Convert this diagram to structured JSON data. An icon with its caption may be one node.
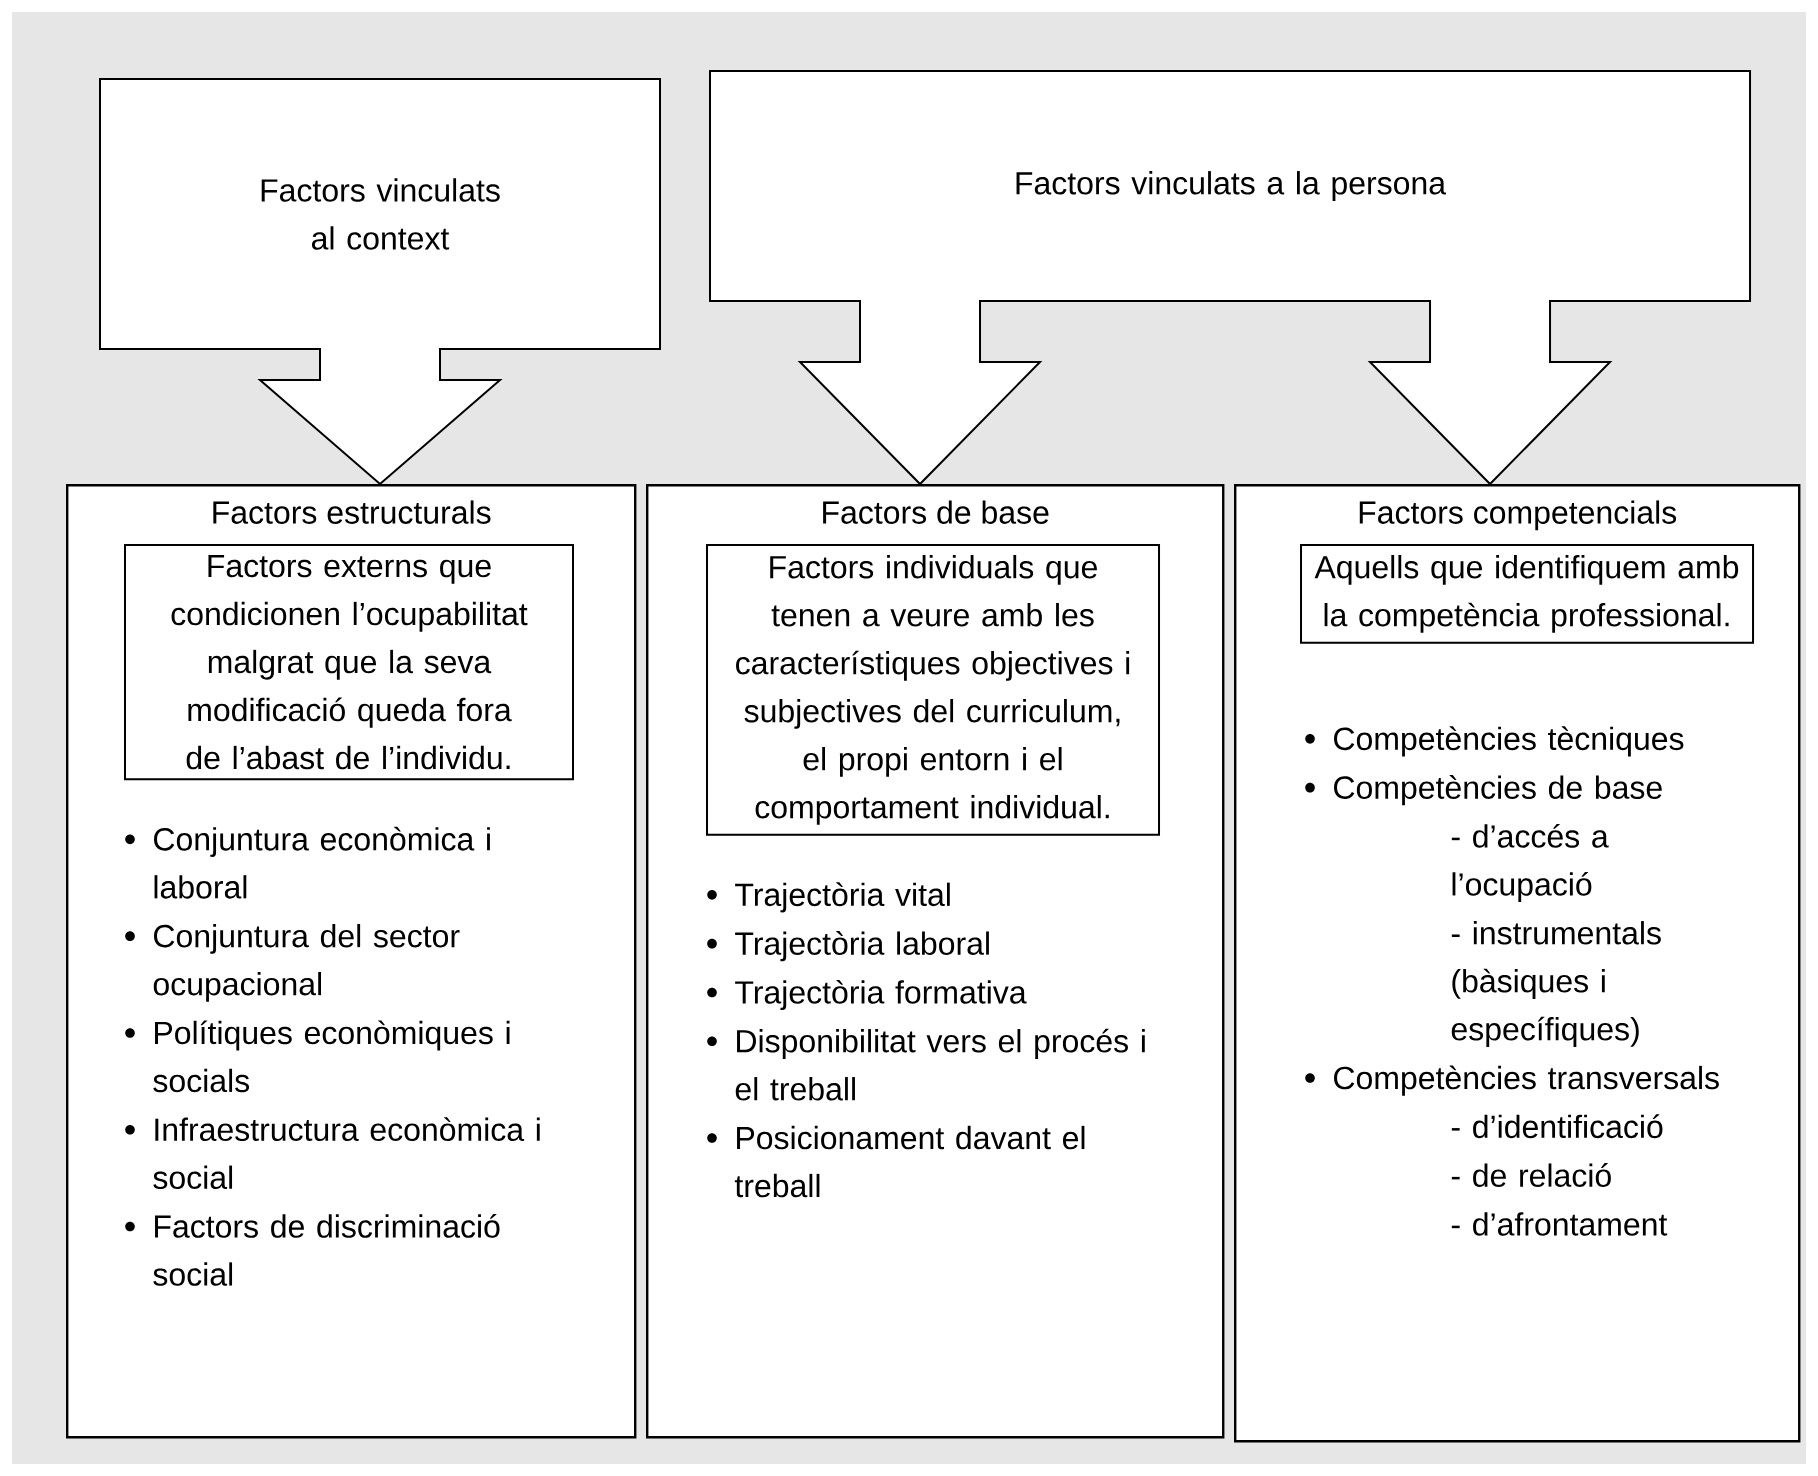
{
  "diagram": {
    "nodes": [
      {
        "text": [
          "Factors vinculats al context"
        ]
      },
      {
        "text": [
          "Factors vinculats a la persona"
        ]
      },
      {
        "text": [
          "Factors estructurals",
          "Conjuntura econòmica i laboral",
          "Conjuntura del sector ocupacional",
          "Polítiques econòmiques i socials",
          "Infraestructura econòmica i social",
          "Factors de discriminació social"
        ]
      },
      {
        "text": [
          "Factors externs que condicionen l’ocupabilitat malgrat que la seva modificació queda fora de l’abast de l’individu."
        ],
        "in": 2
      },
      {
        "text": [
          "Factors de base",
          "Trajectòria vital",
          "Trajectòria laboral",
          "Trajectòria formativa",
          "Disponibilitat vers el procés i el treball",
          "Posicionament davant el treball"
        ]
      },
      {
        "text": [
          "Factors individuals que tenen a veure amb les característiques objectives i subjectives del curriculum, el propi entorn i el comportament individual."
        ],
        "in": 4
      },
      {
        "text": [
          "Factors competencials",
          "Competències tècniques",
          "Competències de base",
          "- d’accés a l’ocupació",
          "- instrumentals (bàsiques i específiques)",
          "Competències transversals",
          "- d’identificació",
          "- de relació",
          "- d’afrontament"
        ]
      },
      {
        "text": [
          "Aquells que identifiquem amb la competència professional."
        ],
        "in": 6
      }
    ],
    "edges": [
      {
        "from": 0,
        "to": 2,
        "arrow": "to"
      },
      {
        "from": 1,
        "to": 4,
        "arrow": "to"
      },
      {
        "from": 1,
        "to": 6,
        "arrow": "to"
      }
    ]
  }
}
